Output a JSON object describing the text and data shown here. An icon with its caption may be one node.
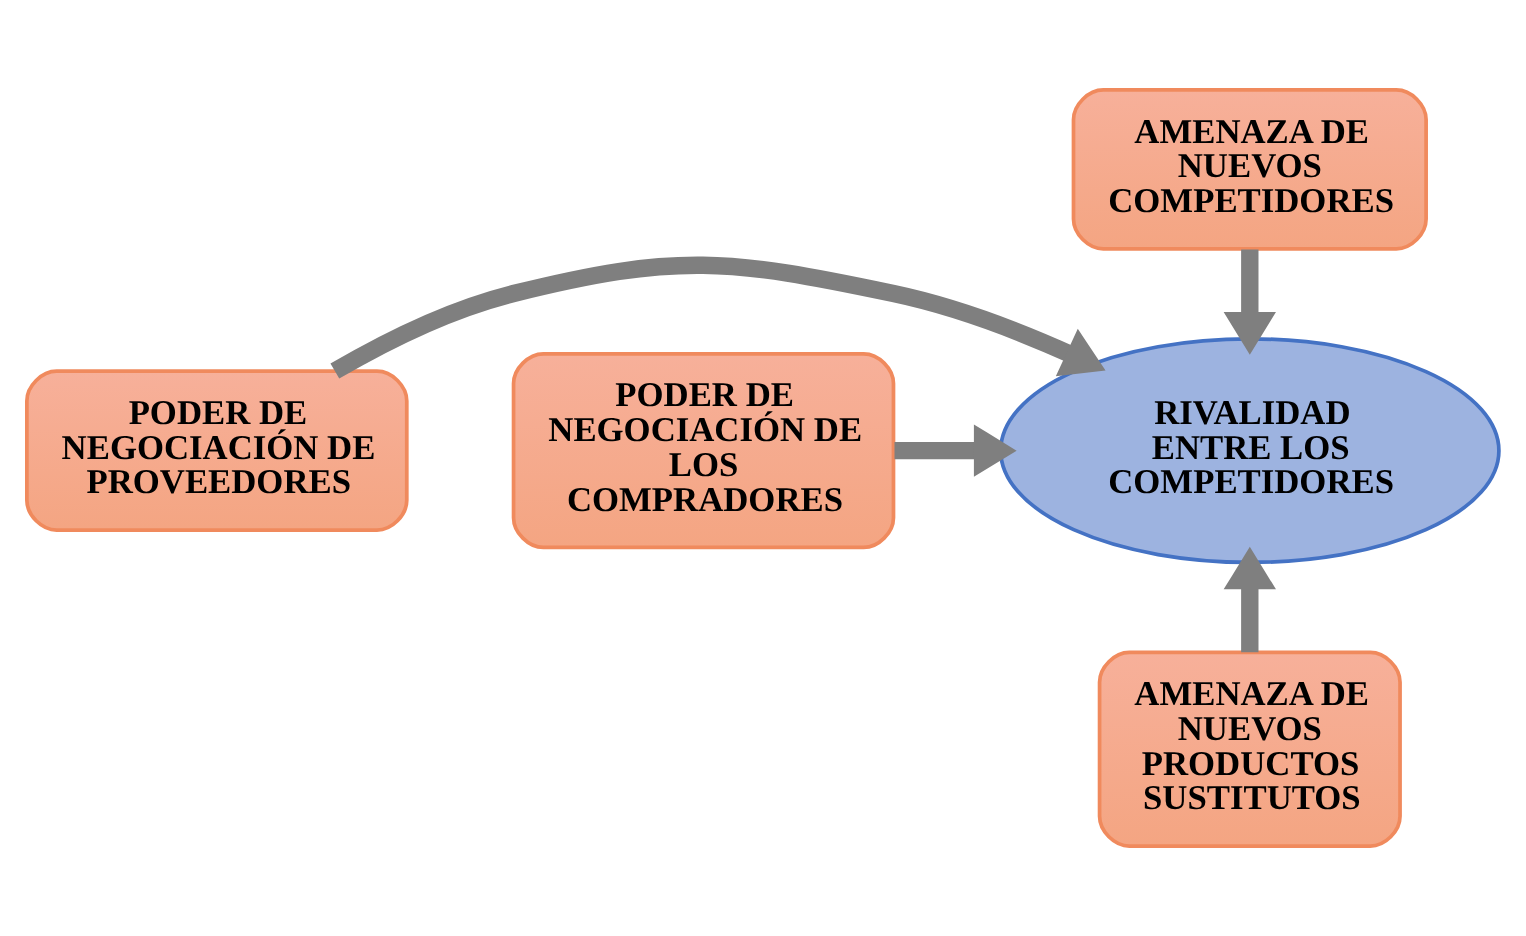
{
  "diagram": {
    "nodes": [
      {
        "text": [
          "AMENAZA DE NUEVOS COMPETIDORES"
        ]
      },
      {
        "text": [
          "PODER DE NEGOCIACIÓN DE PROVEEDORES"
        ]
      },
      {
        "text": [
          "RIVALIDAD ENTRE LOS COMPETIDORES"
        ]
      },
      {
        "text": [
          "PODER DE NEGOCIACIÓN DE LOS COMPRADORES"
        ]
      },
      {
        "text": [
          "AMENAZA DE NUEVOS PRODUCTOS SUSTITUTOS"
        ]
      }
    ],
    "edges": [
      {
        "from": 0,
        "to": 2,
        "arrow": "to"
      },
      {
        "from": 1,
        "to": 2,
        "arrow": "to"
      },
      {
        "from": 3,
        "to": 2,
        "arrow": "to"
      },
      {
        "from": 4,
        "to": 2,
        "arrow": "to"
      }
    ]
  }
}
